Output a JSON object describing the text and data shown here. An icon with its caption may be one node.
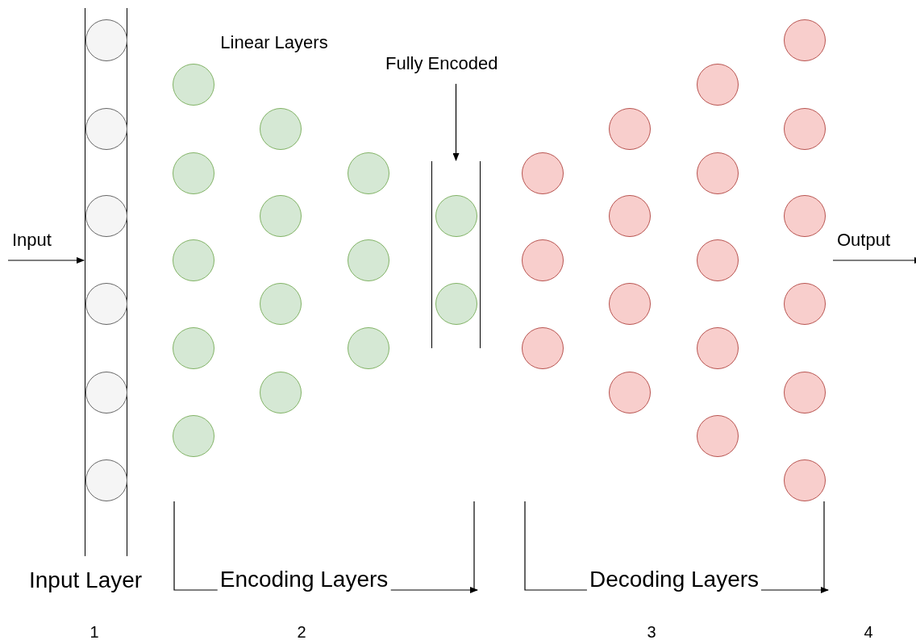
{
  "diagram": {
    "nodes": [
      {
        "text": [
          "Input"
        ]
      },
      {
        "text": [
          "Input Layer"
        ]
      },
      {
        "text": [],
        "shape": "circle",
        "in": 1
      },
      {
        "text": [],
        "shape": "circle",
        "in": 1
      },
      {
        "text": [],
        "shape": "circle",
        "in": 1
      },
      {
        "text": [],
        "shape": "circle",
        "in": 1
      },
      {
        "text": [],
        "shape": "circle",
        "in": 1
      },
      {
        "text": [],
        "shape": "circle",
        "in": 1
      },
      {
        "text": [],
        "shape": "circle"
      },
      {
        "text": [],
        "shape": "circle"
      },
      {
        "text": [],
        "shape": "circle"
      },
      {
        "text": [],
        "shape": "circle"
      },
      {
        "text": [],
        "shape": "circle"
      },
      {
        "text": [],
        "shape": "circle"
      },
      {
        "text": [],
        "shape": "circle"
      },
      {
        "text": [],
        "shape": "circle"
      },
      {
        "text": [],
        "shape": "circle"
      },
      {
        "text": [],
        "shape": "circle"
      },
      {
        "text": [],
        "shape": "circle"
      },
      {
        "text": [],
        "shape": "circle"
      },
      {
        "text": [
          "Fully Encoded"
        ]
      },
      {
        "text": [],
        "shape": "box"
      },
      {
        "text": [],
        "shape": "circle",
        "in": 21
      },
      {
        "text": [],
        "shape": "circle",
        "in": 21
      },
      {
        "text": [],
        "shape": "circle"
      },
      {
        "text": [],
        "shape": "circle"
      },
      {
        "text": [],
        "shape": "circle"
      },
      {
        "text": [],
        "shape": "circle"
      },
      {
        "text": [],
        "shape": "circle"
      },
      {
        "text": [],
        "shape": "circle"
      },
      {
        "text": [],
        "shape": "circle"
      },
      {
        "text": [],
        "shape": "circle"
      },
      {
        "text": [],
        "shape": "circle"
      },
      {
        "text": [],
        "shape": "circle"
      },
      {
        "text": [],
        "shape": "circle"
      },
      {
        "text": [],
        "shape": "circle"
      },
      {
        "text": [],
        "shape": "circle"
      },
      {
        "text": [],
        "shape": "circle"
      },
      {
        "text": [],
        "shape": "circle"
      },
      {
        "text": [],
        "shape": "circle"
      },
      {
        "text": [],
        "shape": "circle"
      },
      {
        "text": [],
        "shape": "circle"
      },
      {
        "text": [
          "Output"
        ]
      }
    ],
    "edges": [
      {
        "from": 0,
        "to": 1,
        "arrow": "to"
      },
      {
        "from": 20,
        "to": 21,
        "arrow": "to"
      },
      {
        "from": 42,
        "to": null,
        "arrow": "to"
      }
    ],
    "labels": [
      "Linear Layers",
      "Encoding Layers",
      "Decoding Layers",
      "1",
      "2",
      "3",
      "4"
    ]
  }
}
